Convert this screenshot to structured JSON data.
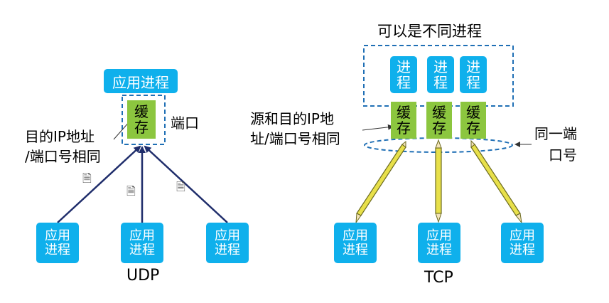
{
  "udp": {
    "top_process": "应用进程",
    "buffer": [
      "缓",
      "存"
    ],
    "port_label": "端口",
    "same_label": [
      "目的IP地址",
      "/端口号相同"
    ],
    "bottom_processes": [
      [
        "应用",
        "进程"
      ],
      [
        "应用",
        "进程"
      ],
      [
        "应用",
        "进程"
      ]
    ],
    "protocol": "UDP",
    "doc_glyph": "🗎"
  },
  "tcp": {
    "title": "可以是不同进程",
    "processes": [
      [
        "进",
        "程"
      ],
      [
        "进",
        "程"
      ],
      [
        "进",
        "程"
      ]
    ],
    "buffers": [
      [
        "缓",
        "存"
      ],
      [
        "缓",
        "存"
      ],
      [
        "缓",
        "存"
      ]
    ],
    "same_label": [
      "源和目的IP地",
      "址/端口号相同"
    ],
    "port_label": [
      "同一端",
      "口号"
    ],
    "bottom_processes": [
      [
        "应用",
        "进程"
      ],
      [
        "应用",
        "进程"
      ],
      [
        "应用",
        "进程"
      ]
    ],
    "protocol": "TCP"
  },
  "colors": {
    "process_blue": "#0fb0ec",
    "buffer_green": "#8cc63f",
    "dash_blue": "#1f6fb5",
    "arrow_navy": "#1f2d6b",
    "pencil_yellow": "#e8e04a"
  }
}
